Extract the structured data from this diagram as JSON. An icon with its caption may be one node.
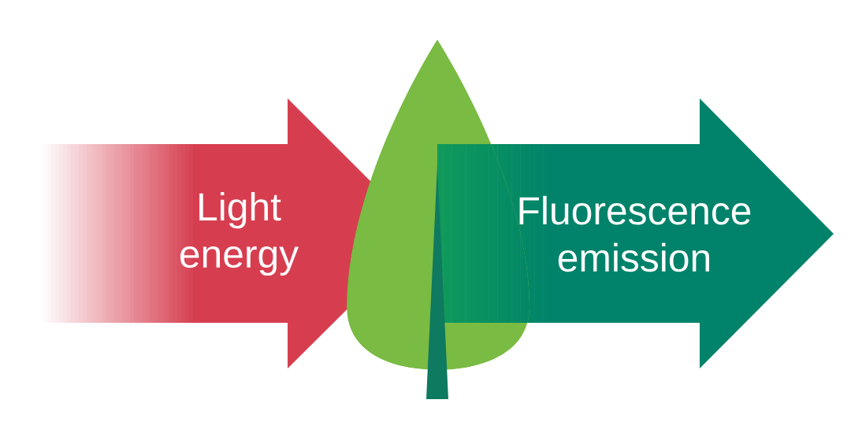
{
  "diagram": {
    "nodes": [
      {
        "text": [
          "Light energy"
        ]
      },
      {
        "text": [],
        "shape": "leaf"
      },
      {
        "text": [
          "Fluorescence emission"
        ]
      }
    ]
  }
}
